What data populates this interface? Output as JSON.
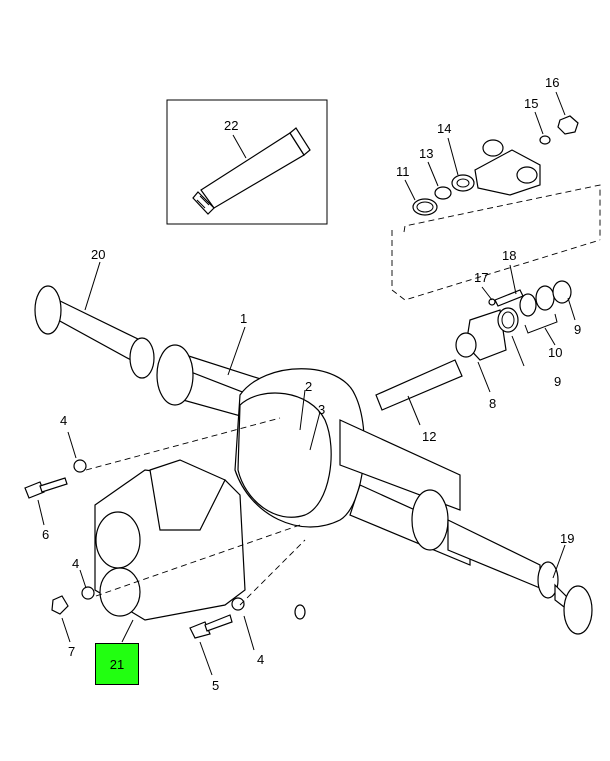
{
  "callouts": {
    "c1": "1",
    "c2": "2",
    "c3": "3",
    "c4a": "4",
    "c4b": "4",
    "c4c": "4",
    "c5": "5",
    "c6": "6",
    "c7": "7",
    "c8": "8",
    "c9a": "9",
    "c9b": "9",
    "c10": "10",
    "c11": "11",
    "c12": "12",
    "c13": "13",
    "c14": "14",
    "c15": "15",
    "c16": "16",
    "c17": "17",
    "c18": "18",
    "c19": "19",
    "c20": "20",
    "c22": "22",
    "c21": "21"
  },
  "colors": {
    "highlight": "#22ff11",
    "line": "#000000"
  }
}
